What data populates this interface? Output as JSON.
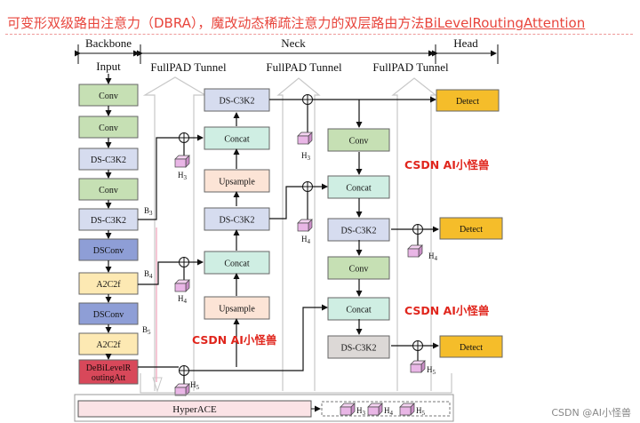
{
  "title": {
    "cn": "可变形双级路由注意力（DBRA），魔改动态稀疏注意力的双层路由方法",
    "en": "BiLevelRoutingAttention"
  },
  "sections": {
    "backbone": "Backbone",
    "neck": "Neck",
    "head": "Head"
  },
  "input_label": "Input",
  "tunnel_label": "FullPAD Tunnel",
  "backbone_blocks": [
    "Conv",
    "Conv",
    "DS-C3K2",
    "Conv",
    "DS-C3K2",
    "DSConv",
    "A2C2f",
    "DSConv",
    "A2C2f",
    "DeBiLevelR\noutingAtt"
  ],
  "b_labels": [
    "B3",
    "B4",
    "B5"
  ],
  "neck_col1": [
    "DS-C3K2",
    "Concat",
    "Upsample",
    "DS-C3K2",
    "Concat",
    "Upsample"
  ],
  "neck_col2": [
    "Conv",
    "Concat",
    "DS-C3K2",
    "Conv",
    "Concat",
    "DS-C3K2"
  ],
  "detect_label": "Detect",
  "h_labels": [
    "H3",
    "H4",
    "H5"
  ],
  "hyperace_label": "HyperACE",
  "watermark": "CSDN AI小怪兽",
  "footer": "CSDN @AI小怪兽",
  "colors": {
    "conv": "#c6e0b4",
    "ds": "#d6dcef",
    "dsconv": "#8e9ed6",
    "a2c2f": "#fde9b3",
    "debi": "#d8485a",
    "concat": "#cfeee3",
    "upsample": "#fce4d6",
    "ds_gray": "#dcd8d6",
    "detect": "#f5bd2a",
    "hyperace": "#fbe3e6",
    "cube": "#e9b6e6"
  }
}
